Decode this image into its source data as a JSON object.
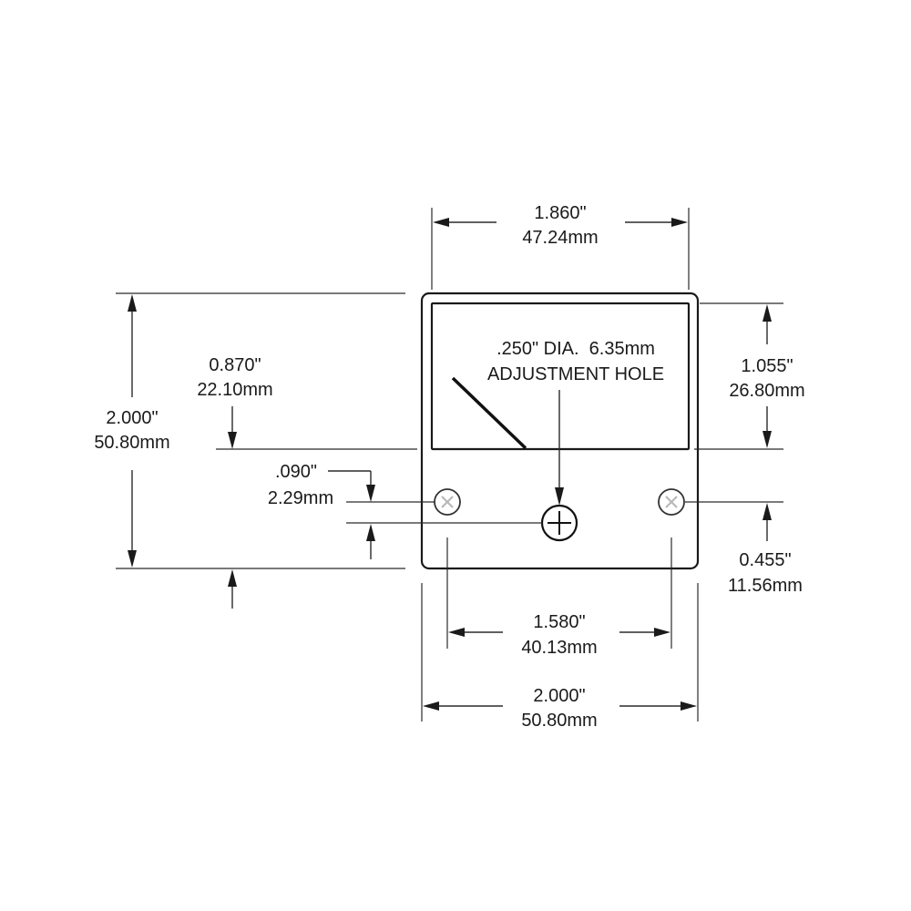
{
  "diagram": {
    "top_width": {
      "inches": "1.860\"",
      "mm": "47.24mm"
    },
    "left_height": {
      "inches": "2.000\"",
      "mm": "50.80mm"
    },
    "window_offset": {
      "inches": "0.870\"",
      "mm": "22.10mm"
    },
    "hole_offset": {
      "inches": ".090\"",
      "mm": "2.29mm"
    },
    "adjustment_hole": {
      "diameter": ".250\" DIA.  6.35mm",
      "label": "ADJUSTMENT HOLE"
    },
    "window_height": {
      "inches": "1.055\"",
      "mm": "26.80mm"
    },
    "screw_height": {
      "inches": "0.455\"",
      "mm": "11.56mm"
    },
    "screw_spacing": {
      "inches": "1.580\"",
      "mm": "40.13mm"
    },
    "bottom_width": {
      "inches": "2.000\"",
      "mm": "50.80mm"
    },
    "colors": {
      "line": "#1a1a1a",
      "screw_mark": "#b8b8b8"
    }
  }
}
